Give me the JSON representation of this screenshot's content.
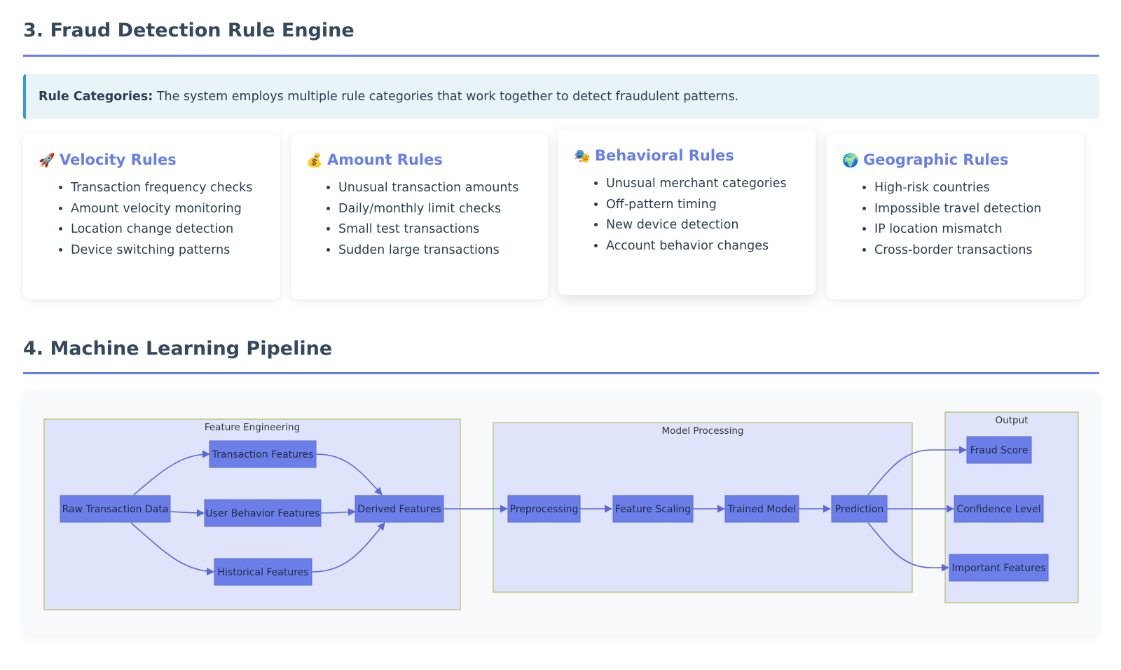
{
  "section3": {
    "title": "3. Fraud Detection Rule Engine",
    "callout_label": "Rule Categories:",
    "callout_text": " The system employs multiple rule categories that work together to detect fraudulent patterns."
  },
  "cards": [
    {
      "icon": "🚀",
      "icon_name": "rocket-icon",
      "title": "Velocity Rules",
      "items": [
        "Transaction frequency checks",
        "Amount velocity monitoring",
        "Location change detection",
        "Device switching patterns"
      ]
    },
    {
      "icon": "💰",
      "icon_name": "money-bag-icon",
      "title": "Amount Rules",
      "items": [
        "Unusual transaction amounts",
        "Daily/monthly limit checks",
        "Small test transactions",
        "Sudden large transactions"
      ]
    },
    {
      "icon": "🎭",
      "icon_name": "theater-masks-icon",
      "title": "Behavioral Rules",
      "items": [
        "Unusual merchant categories",
        "Off-pattern timing",
        "New device detection",
        "Account behavior changes"
      ]
    },
    {
      "icon": "🌍",
      "icon_name": "globe-icon",
      "title": "Geographic Rules",
      "items": [
        "High-risk countries",
        "Impossible travel detection",
        "IP location mismatch",
        "Cross-border transactions"
      ]
    }
  ],
  "section4": {
    "title": "4. Machine Learning Pipeline"
  },
  "diagram": {
    "groups": {
      "feature_engineering": "Feature Engineering",
      "model_processing": "Model Processing",
      "output": "Output"
    },
    "nodes": {
      "raw": "Raw Transaction Data",
      "txn_features": "Transaction Features",
      "user_features": "User Behavior Features",
      "hist_features": "Historical Features",
      "derived": "Derived Features",
      "preprocessing": "Preprocessing",
      "scaling": "Feature Scaling",
      "model": "Trained Model",
      "prediction": "Prediction",
      "fraud_score": "Fraud Score",
      "confidence": "Confidence Level",
      "important": "Important Features"
    }
  },
  "colors": {
    "accent": "#667eea",
    "heading": "#34495e",
    "callout_bg": "#e8f4f8",
    "callout_border": "#3498db",
    "node_fill": "#6c7ee8",
    "group_fill": "#e0e4fb",
    "group_border": "#b5bd68"
  }
}
